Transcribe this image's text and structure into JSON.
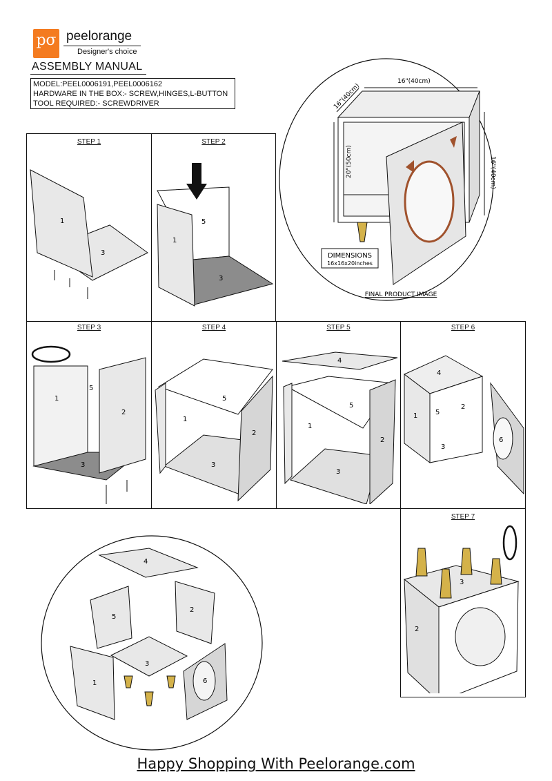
{
  "brand": {
    "logo_glyph": "pσ",
    "name": "peelorange",
    "tagline": "Designer's choice",
    "accent": "#f47b20"
  },
  "title": "ASSEMBLY MANUAL",
  "info": {
    "model": "MODEL:PEEL0006191,PEEL0006162",
    "hardware": "HARDWARE IN THE BOX:- SCREW,HINGES,L-BUTTON",
    "tool": "TOOL REQUIRED:- SCREWDRIVER"
  },
  "steps": [
    "STEP 1",
    "STEP 2",
    "STEP 3",
    "STEP 4",
    "STEP 5",
    "STEP 6",
    "STEP 7"
  ],
  "final": {
    "width_label": "16\"(40cm)",
    "depth_label": "16\"(40cm)",
    "height_label": "20\"(50cm)",
    "side_label": "16\"(40cm)",
    "dims_title": "DIMENSIONS",
    "dims_value": "16x16x20inches",
    "caption": "FINAL PRODUCT IMAGE"
  },
  "part_numbers": {
    "p1": "1",
    "p2": "2",
    "p3": "3",
    "p4": "4",
    "p5": "5",
    "p6": "6"
  },
  "footer": "Happy Shopping With Peelorange.com",
  "colors": {
    "panel": "#e8e8e8",
    "panel_dark": "#8c8c8c",
    "leg": "#d4b24a",
    "border": "#111111"
  }
}
